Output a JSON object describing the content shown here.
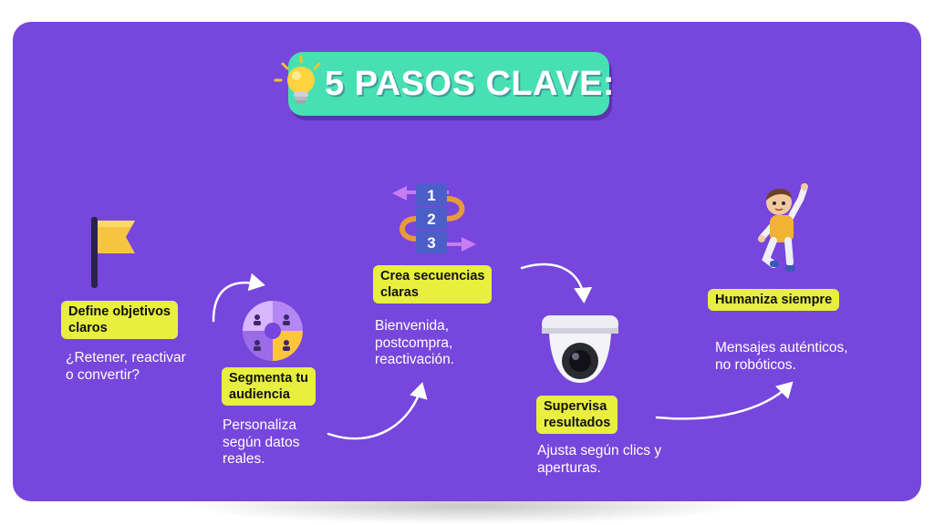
{
  "title": "5 PASOS CLAVE:",
  "colors": {
    "background": "#7746dc",
    "title_pill": "#46e0b2",
    "label_highlight": "#e8ef3f",
    "text": "#ffffff"
  },
  "steps": [
    {
      "label": "Define objetivos\nclaros",
      "description": "¿Retener, reactivar\no convertir?",
      "icon": "flag-icon"
    },
    {
      "label": "Segmenta tu\naudiencia",
      "description": "Personaliza\nsegún datos\nreales.",
      "icon": "audience-pie-icon"
    },
    {
      "label": "Crea secuencias\nclaras",
      "description": "Bienvenida,\npostcompra,\nreactivación.",
      "icon": "numbered-sequence-icon"
    },
    {
      "label": "Supervisa\nresultados",
      "description": "Ajusta según clics y\naperturas.",
      "icon": "security-camera-icon"
    },
    {
      "label": "Humaniza siempre",
      "description": "Mensajes auténticos,\nno robóticos.",
      "icon": "jumping-person-icon"
    }
  ]
}
